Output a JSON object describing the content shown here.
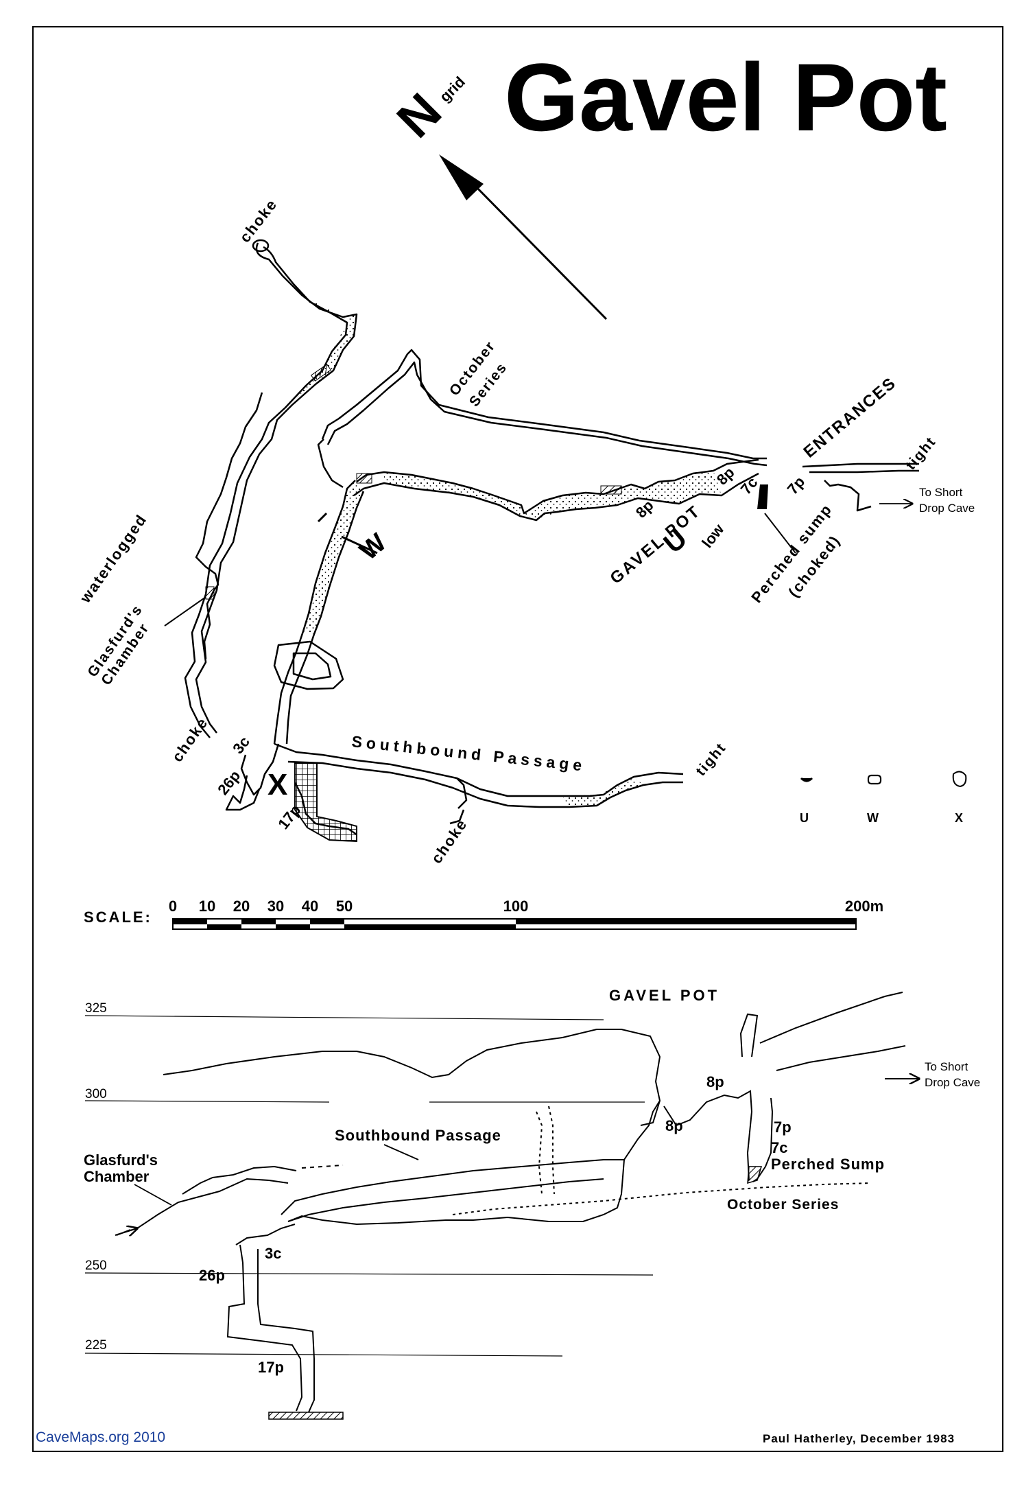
{
  "title": "Gavel Pot",
  "north": {
    "letter": "N",
    "sub": "grid"
  },
  "plan_labels": {
    "choke_top": "choke",
    "october_series": [
      "October",
      "Series"
    ],
    "entrances": "ENTRANCES",
    "tight_right": "tight",
    "to_short_drop_cave": [
      "To Short",
      "Drop Cave"
    ],
    "perched_sump": [
      "Perched sump",
      "(choked)"
    ],
    "gavel_pot": "GAVEL POT",
    "low": "low",
    "p8a": "8p",
    "p8b": "8p",
    "c7": "7c",
    "p7": "7p",
    "waterlogged": "waterlogged",
    "glasfurds_chamber": [
      "Glasfurd's",
      "Chamber"
    ],
    "choke_left": "choke",
    "c3": "3c",
    "p26": "26p",
    "p17": "17p",
    "southbound_passage": "Southbound Passage",
    "tight_bottom": "tight",
    "choke_bottom": "choke",
    "marker_u_big": "U",
    "marker_w_big": "W",
    "marker_x_big": "X"
  },
  "key": {
    "u": "U",
    "w": "W",
    "x": "X"
  },
  "scale": {
    "label": "SCALE:",
    "ticks": [
      "0",
      "10",
      "20",
      "30",
      "40",
      "50",
      "100",
      "200m"
    ]
  },
  "section": {
    "title": "GAVEL POT",
    "elevations": [
      "325",
      "300",
      "250",
      "225"
    ],
    "labels": {
      "southbound_passage": "Southbound Passage",
      "glasfurds_chamber": [
        "Glasfurd's",
        "Chamber"
      ],
      "to_short_drop_cave": [
        "To Short",
        "Drop Cave"
      ],
      "p8a": "8p",
      "p8b": "8p",
      "p7": "7p",
      "c7": "7c",
      "perched_sump": "Perched Sump",
      "october_series": "October Series",
      "c3": "3c",
      "p26": "26p",
      "p17": "17p"
    }
  },
  "credits": {
    "left": "CaveMaps.org 2010",
    "right": "Paul Hatherley,   December 1983"
  }
}
